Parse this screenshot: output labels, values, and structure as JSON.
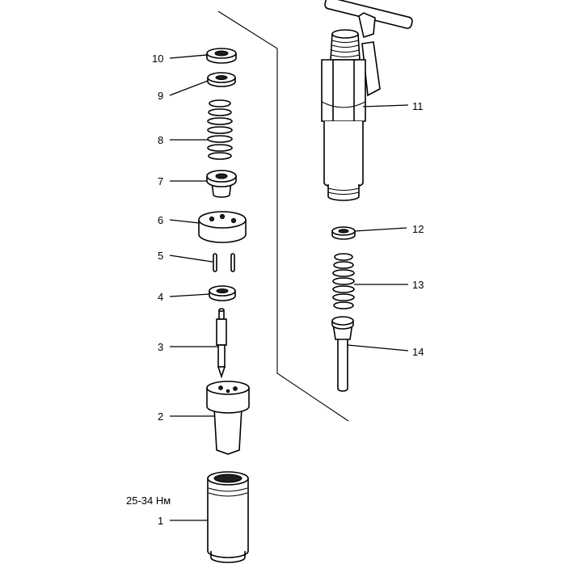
{
  "labels": {
    "p1": "1",
    "p2": "2",
    "p3": "3",
    "p4": "4",
    "p5": "5",
    "p6": "6",
    "p7": "7",
    "p8": "8",
    "p9": "9",
    "p10": "10",
    "p11": "11",
    "p12": "12",
    "p13": "13",
    "p14": "14"
  },
  "torque": "25-34 Нм"
}
